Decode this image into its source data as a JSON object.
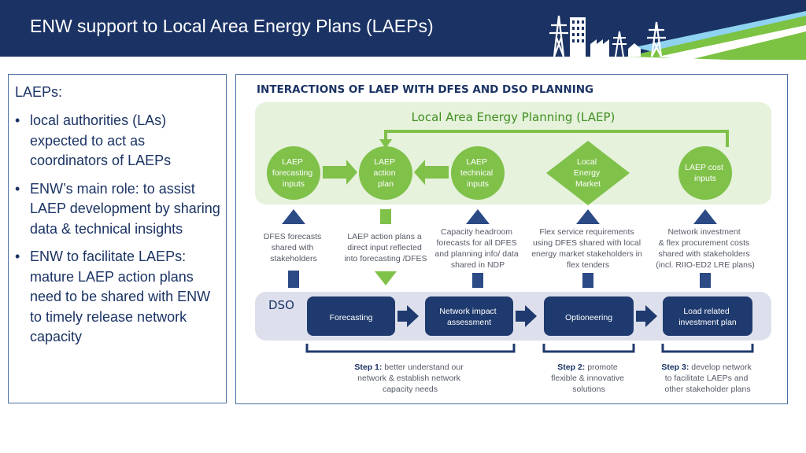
{
  "header": {
    "title": "ENW support to Local Area Energy Plans (LAEPs)",
    "colors": {
      "background": "#1b3364",
      "accent_green": "#7cc243",
      "accent_blue": "#8fd3f0"
    },
    "logo_icons": [
      "pylon-icon",
      "building-icon",
      "factory-icon",
      "pylon-icon",
      "house-icon",
      "pylon-icon"
    ]
  },
  "left_panel": {
    "heading": "LAEPs:",
    "bullets": [
      "local authorities (LAs) expected to act as coordinators of LAEPs",
      "ENW’s main role: to assist LAEP development by sharing data & technical insights",
      "ENW to facilitate LAEPs: mature LAEP action plans need to be shared with ENW to timely release network capacity"
    ]
  },
  "diagram": {
    "title": "INTERACTIONS OF LAEP WITH DFES AND DSO PLANNING",
    "laep_band_title": "Local Area Energy Planning (LAEP)",
    "nodes": [
      {
        "lines": [
          "LAEP",
          "forecasting",
          "inputs"
        ]
      },
      {
        "lines": [
          "LAEP",
          "action",
          "plan"
        ]
      },
      {
        "lines": [
          "LAEP",
          "technical",
          "inputs"
        ]
      },
      {
        "lines": [
          "Local",
          "Energy",
          "Market"
        ]
      },
      {
        "lines": [
          "LAEP cost",
          "inputs"
        ]
      }
    ],
    "descriptions": [
      {
        "lines": [
          "DFES forecasts",
          "shared with",
          "stakeholders"
        ]
      },
      {
        "lines": [
          "LAEP action plans a",
          "direct input reflected",
          "into forecasting /DFES"
        ]
      },
      {
        "lines": [
          "Capacity headroom",
          "forecasts for all DFES",
          "and planning info/ data",
          "shared in NDP"
        ]
      },
      {
        "lines": [
          "Flex service requirements",
          "using DFES shared with local",
          "energy market stakeholders in",
          "flex tenders"
        ]
      },
      {
        "lines": [
          "Network investment",
          "& flex procurement costs",
          "shared with stakeholders",
          "(incl. RIIO-ED2 LRE plans)"
        ]
      }
    ],
    "dso_label": "DSO",
    "dso_boxes": [
      {
        "lines": [
          "Forecasting"
        ]
      },
      {
        "lines": [
          "Network impact",
          "assessment"
        ]
      },
      {
        "lines": [
          "Optioneering"
        ]
      },
      {
        "lines": [
          "Load related",
          "investment plan"
        ]
      }
    ],
    "steps": [
      {
        "label": "Step 1:",
        "lines": [
          "better understand our",
          "network & establish network",
          "capacity needs"
        ]
      },
      {
        "label": "Step 2:",
        "lines": [
          "promote",
          "flexible & innovative",
          "solutions"
        ]
      },
      {
        "label": "Step 3:",
        "lines": [
          "develop network",
          "to facilitate LAEPs and",
          "other stakeholder plans"
        ]
      }
    ],
    "colors": {
      "laep_band": "#e6f2dc",
      "node_green": "#80c14a",
      "dso_band": "#dde0ec",
      "dso_box": "#1f3a6e",
      "arrow_blue": "#2b4a86",
      "arrow_green": "#80c14a"
    }
  }
}
